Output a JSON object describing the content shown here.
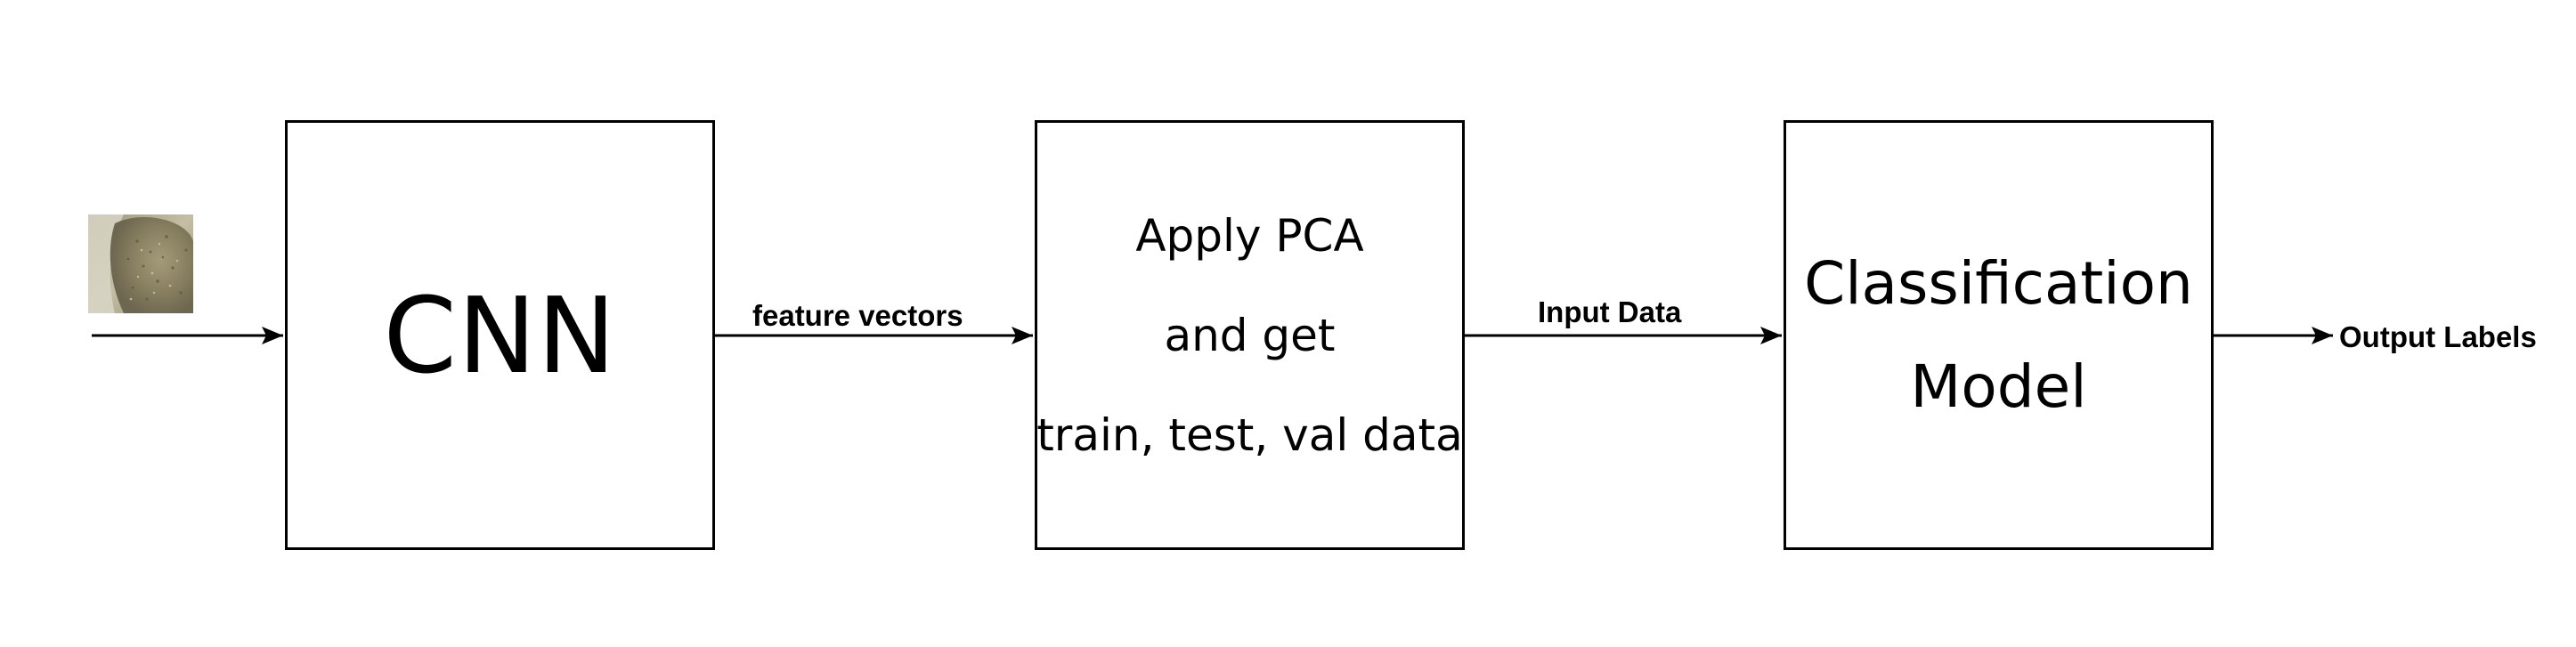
{
  "nodes": {
    "cnn": {
      "label": "CNN"
    },
    "pca": {
      "lines": [
        "Apply PCA",
        "and get",
        "train, test, val data"
      ]
    },
    "classifier": {
      "lines": [
        "Classification",
        "Model"
      ]
    }
  },
  "edges": {
    "cnn_to_pca": "feature vectors",
    "pca_to_classifier": "Input Data",
    "classifier_to_output": "Output Labels"
  },
  "input_image": {
    "description": "grain sample photo"
  },
  "colors": {
    "stroke": "#000000",
    "background": "#ffffff",
    "photo_tones": [
      "#8a8468",
      "#b3ac8c",
      "#d9d6c8",
      "#5f5a44"
    ]
  }
}
